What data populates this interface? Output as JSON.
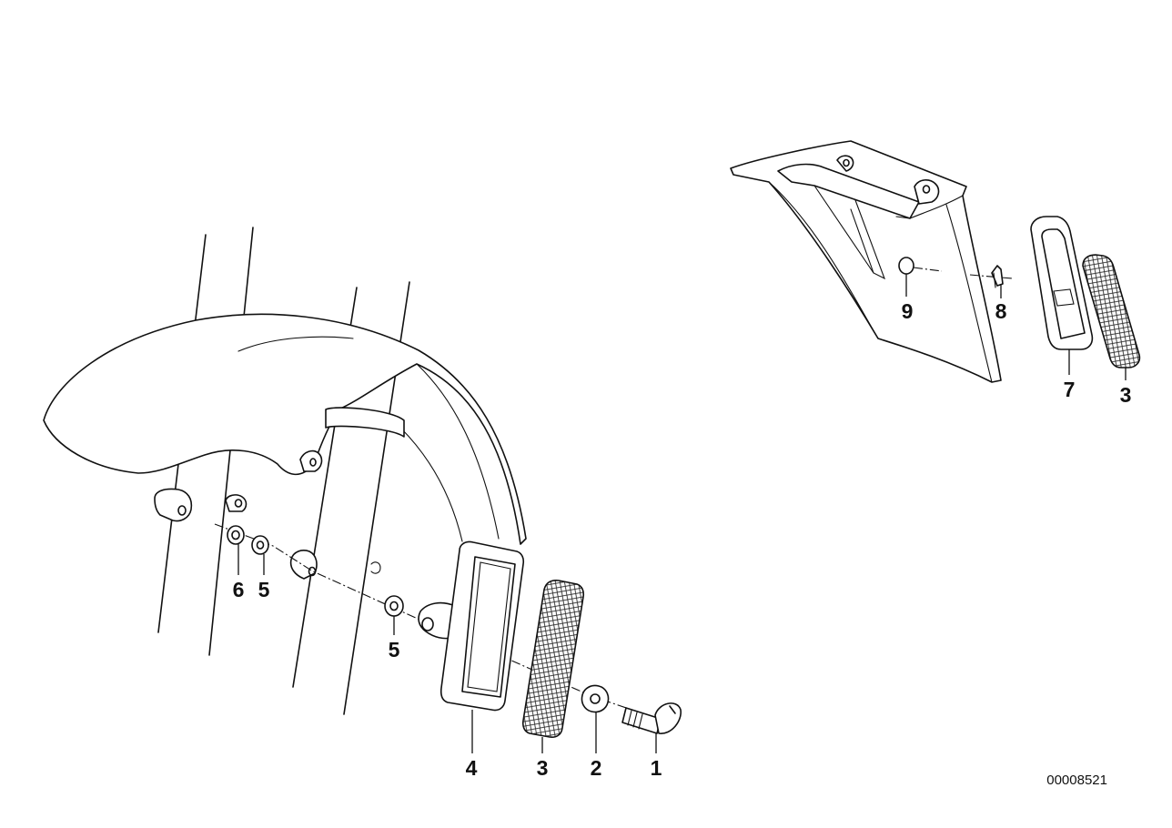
{
  "diagram": {
    "callouts_left": [
      "4",
      "3",
      "2",
      "1",
      "5",
      "6",
      "5"
    ],
    "callouts_right": [
      "9",
      "8",
      "7",
      "3"
    ],
    "document_number": "00008521"
  }
}
